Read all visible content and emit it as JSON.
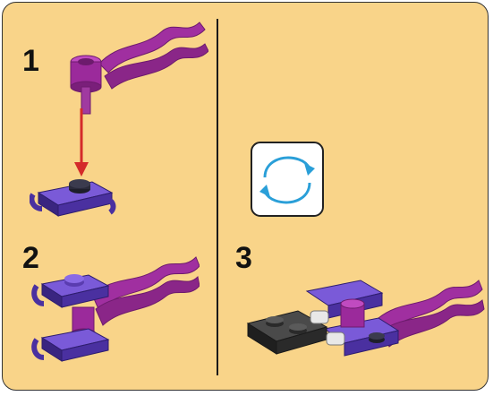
{
  "steps": [
    {
      "number": "1"
    },
    {
      "number": "2"
    },
    {
      "number": "3"
    }
  ],
  "icons": {
    "rotate": "rotate-model-icon",
    "arrow": "down-arrow-icon"
  },
  "colors": {
    "panel_background": "#f9d489",
    "flag_magenta": "#9b2a9b",
    "clip_plate_purple": "#5a3cb0",
    "plate_dark_gray": "#3a3a3a",
    "arrow_red": "#d42a2a",
    "rotate_arrow_blue": "#2a9fd8"
  }
}
